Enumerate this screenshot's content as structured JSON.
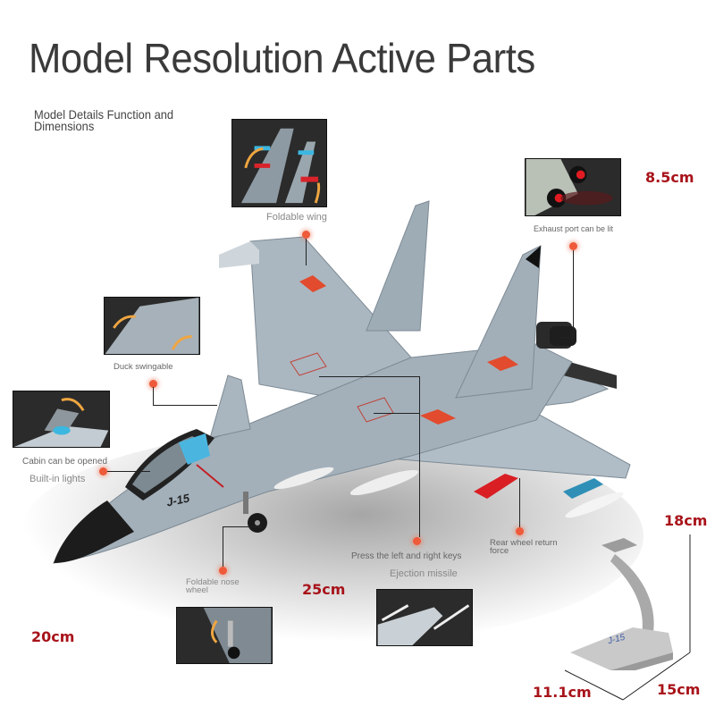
{
  "header": {
    "title": "Model Resolution Active Parts",
    "subtitle": "Model Details Function and Dimensions"
  },
  "features": [
    {
      "id": "foldable-wing",
      "label": "Foldable wing"
    },
    {
      "id": "exhaust-port",
      "label": "Exhaust port can be lit"
    },
    {
      "id": "duck-swingable",
      "label": "Duck swingable"
    },
    {
      "id": "cabin",
      "label": "Cabin can be opened",
      "sublabel": "Built-in lights"
    },
    {
      "id": "nose-wheel",
      "label": "Foldable nose wheel"
    },
    {
      "id": "ejection",
      "label": "Press the left and right keys",
      "sublabel": "Ejection missile"
    },
    {
      "id": "rear-wheel",
      "label": "Rear wheel return force"
    }
  ],
  "dimensions": {
    "height": "8.5cm",
    "length": "25cm",
    "wingspan": "20cm",
    "stand_height": "18cm",
    "stand_width": "11.1cm",
    "stand_depth": "15cm"
  },
  "model": {
    "designation": "J-15",
    "stand_marking": "J-15"
  },
  "colors": {
    "dimension_text": "#a8131a",
    "marker_dot": "#ee5a3a",
    "jet_body": "#a9b6c0",
    "thumb_bg": "#2b2b2b"
  }
}
